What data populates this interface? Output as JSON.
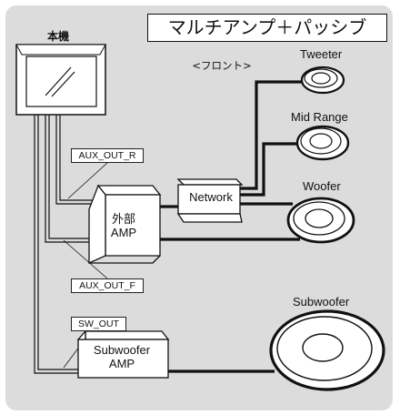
{
  "title": "マルチアンプ＋パッシブ",
  "head_unit": {
    "label": "本機"
  },
  "front_label": "<フロント>",
  "outputs": {
    "aux_out_r": "AUX_OUT_R",
    "aux_out_f": "AUX_OUT_F",
    "sw_out": "SW_OUT"
  },
  "components": {
    "network": "Network",
    "external_amp": {
      "line1": "外部",
      "line2": "AMP"
    },
    "subwoofer_amp": {
      "line1": "Subwoofer",
      "line2": "AMP"
    }
  },
  "speakers": {
    "tweeter": "Tweeter",
    "mid_range": "Mid Range",
    "woofer": "Woofer",
    "subwoofer": "Subwoofer"
  },
  "colors": {
    "panel_background": "#dcdcdc",
    "line": "#111111",
    "box_fill": "#ffffff"
  }
}
